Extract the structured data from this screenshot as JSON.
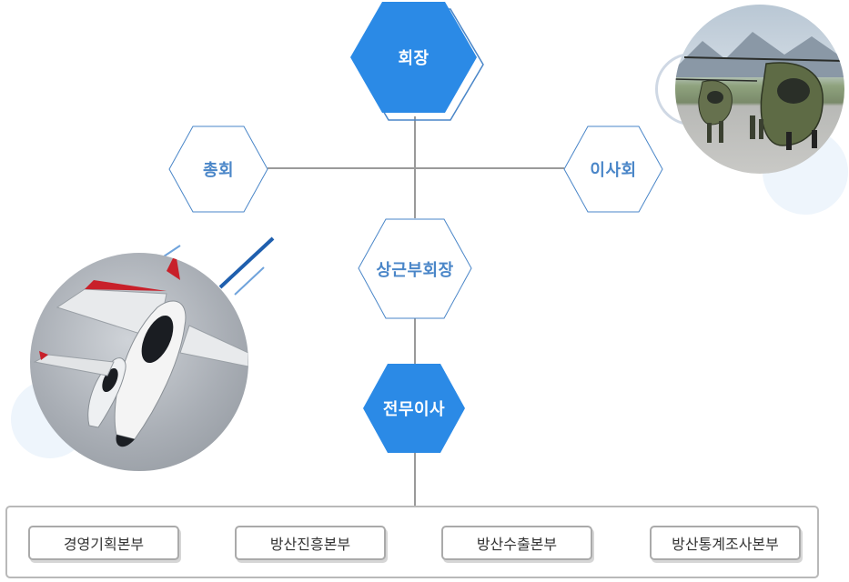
{
  "nodes": {
    "chairman": "회장",
    "general_assembly": "총회",
    "board": "이사회",
    "vice_chairman": "상근부회장",
    "executive_director": "전무이사"
  },
  "departments": [
    "경영기획본부",
    "방산진흥본부",
    "방산수출본부",
    "방산통계조사본부"
  ],
  "colors": {
    "primary_blue": "#2b8ae6",
    "outline_blue": "#4a86c8",
    "connector_gray": "#9a9a9a"
  }
}
